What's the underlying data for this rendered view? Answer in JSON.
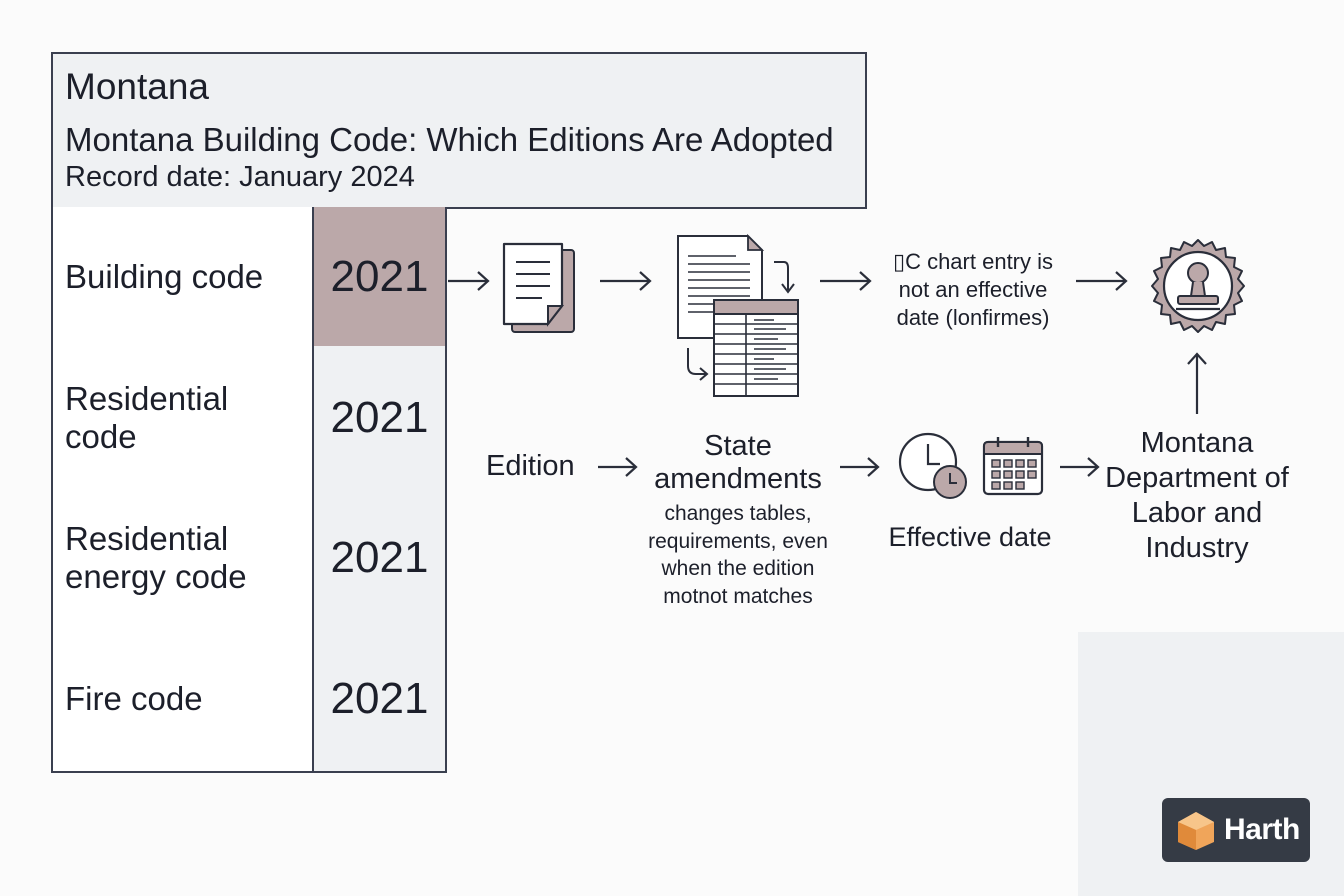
{
  "table": {
    "state": "Montana",
    "title": "Montana Building Code: Which Editions Are Adopted",
    "record_date": "Record date: January 2024",
    "rows": [
      {
        "code": "Building code",
        "edition": "2021"
      },
      {
        "code": "Residential code",
        "edition": "2021"
      },
      {
        "code": "Residential energy code",
        "edition": "2021"
      },
      {
        "code": "Fire code",
        "edition": "2021"
      }
    ]
  },
  "flow": {
    "chart_note": "▯C chart entry is not an effective date (lonfirmes)",
    "edition": "Edition",
    "state_amendments": "State amendments",
    "amendments_note": "changes tables, requirements, even when the edition motnot matches",
    "effective_date": "Effective date",
    "department": "Montana Department of Labor and Industry"
  },
  "logo": {
    "text": "Harth"
  },
  "colors": {
    "highlight": "#bba8a9",
    "panel": "#eff1f3",
    "ink": "#3a3f4f",
    "logo_bg": "#353b45",
    "logo_orange": "#f0a55a"
  }
}
